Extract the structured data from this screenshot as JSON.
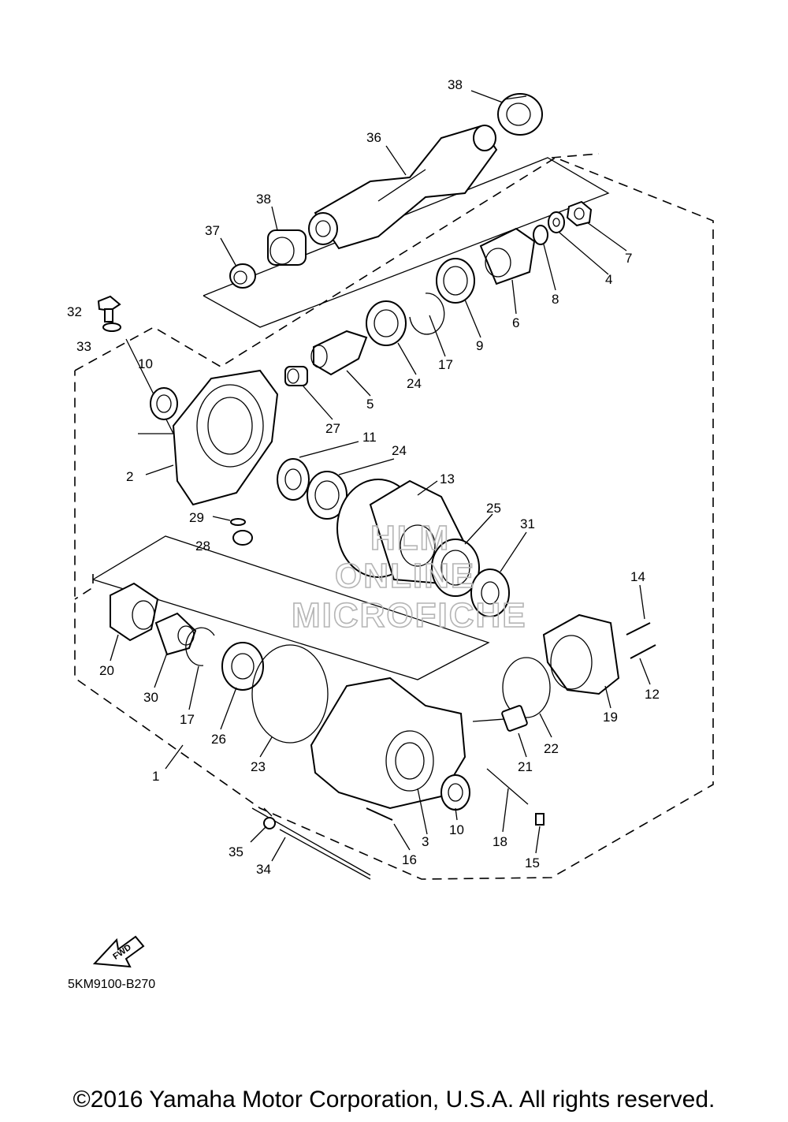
{
  "labels": [
    "38",
    "36",
    "38",
    "37",
    "7",
    "4",
    "8",
    "6",
    "9",
    "17",
    "24",
    "5",
    "27",
    "32",
    "33",
    "10",
    "2",
    "11",
    "24",
    "13",
    "25",
    "31",
    "29",
    "28",
    "14",
    "12",
    "19",
    "20",
    "30",
    "17",
    "26",
    "23",
    "1",
    "22",
    "21",
    "10",
    "3",
    "18",
    "16",
    "15",
    "35",
    "34"
  ],
  "watermark": [
    "HLM",
    "ONLINE",
    "MICROFICHE"
  ],
  "fwd_label": "FWD",
  "figure_code": "5KM9100-B270",
  "copyright": "©2016 Yamaha Motor Corporation, U.S.A. All rights reserved."
}
